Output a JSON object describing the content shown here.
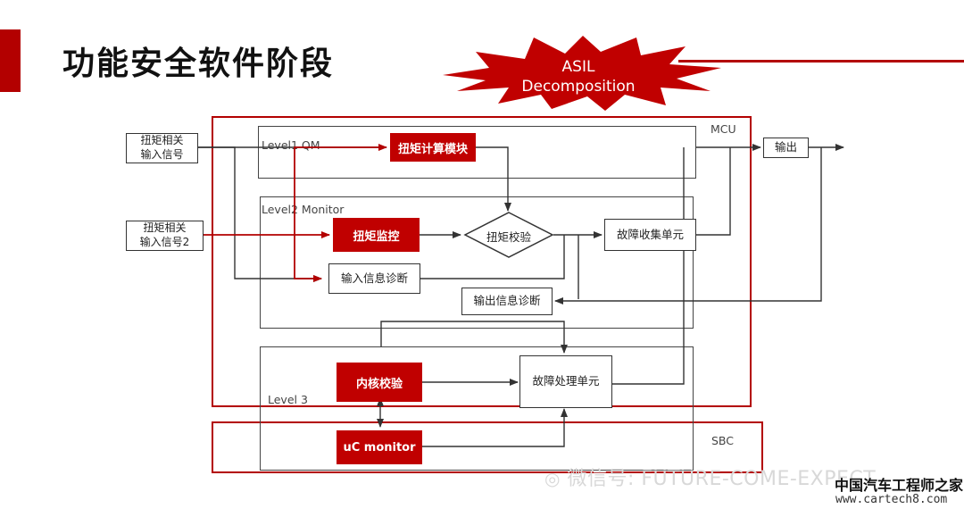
{
  "title": "功能安全软件阶段",
  "banner": {
    "line1": "ASIL",
    "line2": "Decomposition"
  },
  "frames": {
    "mcu": "MCU",
    "sbc": "SBC",
    "level1": "Level1 QM",
    "level2": "Level2 Monitor",
    "level3": "Level 3"
  },
  "inputs": {
    "input1": [
      "扭矩相关",
      "输入信号"
    ],
    "input2": [
      "扭矩相关",
      "输入信号2"
    ]
  },
  "blocks": {
    "torque_calc": "扭矩计算模块",
    "torque_monitor": "扭矩监控",
    "torque_check": "扭矩校验",
    "fault_collect": "故障收集单元",
    "input_diag": "输入信息诊断",
    "output_diag": "输出信息诊断",
    "core_check": "内核校验",
    "uc_monitor": "uC monitor",
    "fault_process": "故障处理单元",
    "output": "输出"
  },
  "watermark": "微信号: FUTURE-COME-EXPECT",
  "site": {
    "name": "中国汽车工程师之家",
    "url": "www.cartech8.com"
  },
  "colors": {
    "accent": "#b30000",
    "block_red": "#c00000"
  }
}
